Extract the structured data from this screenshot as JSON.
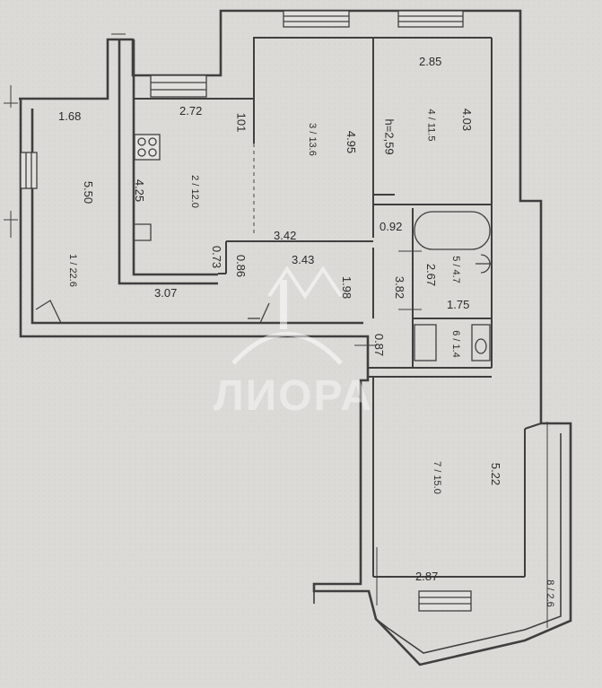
{
  "watermark": {
    "text": "ЛИОРА"
  },
  "dimensions": {
    "d_168": "1.68",
    "d_272": "2.72",
    "d_101": "101",
    "d_550": "5.50",
    "d_425": "4.25",
    "d_495": "4.95",
    "d_285": "2.85",
    "d_403": "4.03",
    "d_h": "h=2,59",
    "d_342": "3.42",
    "d_343": "3.43",
    "d_092": "0.92",
    "d_073": "0.73",
    "d_086": "0.86",
    "d_307": "3.07",
    "d_198": "1.98",
    "d_382": "3.82",
    "d_267": "2.67",
    "d_175": "1.75",
    "d_087": "0.87",
    "d_522": "5.22",
    "d_287": "2.87"
  },
  "rooms": [
    {
      "num": "1",
      "area": "22.6"
    },
    {
      "num": "2",
      "area": "12.0"
    },
    {
      "num": "3",
      "area": "13.6"
    },
    {
      "num": "4",
      "area": "11.5"
    },
    {
      "num": "5",
      "area": "4.7"
    },
    {
      "num": "6",
      "area": "1.4"
    },
    {
      "num": "7",
      "area": "15.0"
    },
    {
      "num": "8",
      "area": "2.6"
    }
  ]
}
